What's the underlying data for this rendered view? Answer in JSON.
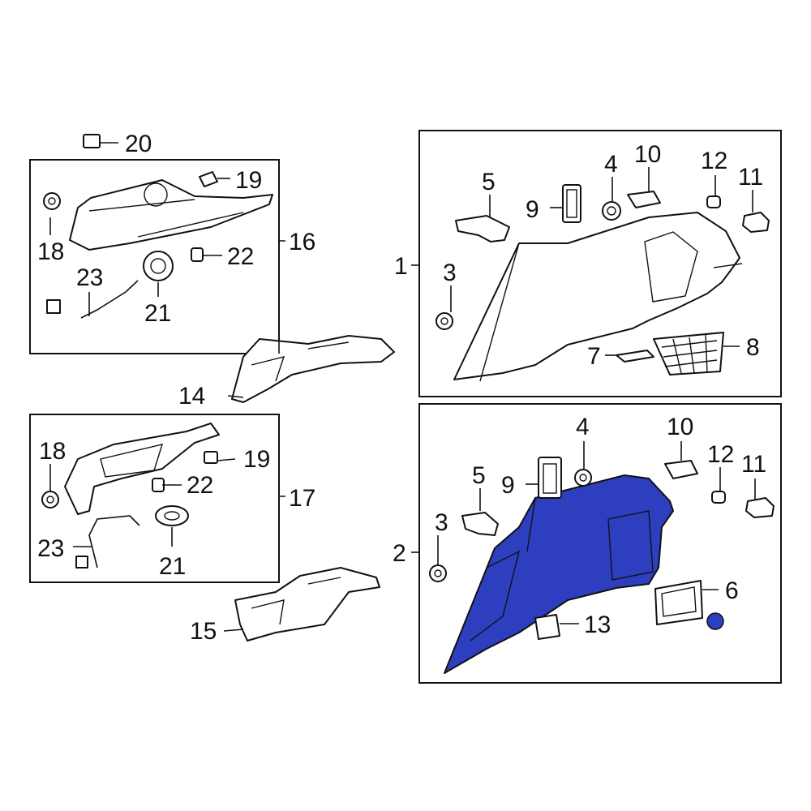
{
  "colors": {
    "highlight": "#2d3fbf",
    "line": "#111111",
    "background": "#ffffff"
  },
  "callouts": {
    "n1": "1",
    "n2": "2",
    "n3a": "3",
    "n3b": "3",
    "n4a": "4",
    "n4b": "4",
    "n5a": "5",
    "n5b": "5",
    "n6": "6",
    "n7": "7",
    "n8": "8",
    "n9a": "9",
    "n9b": "9",
    "n10a": "10",
    "n10b": "10",
    "n11a": "11",
    "n11b": "11",
    "n12a": "12",
    "n12b": "12",
    "n13": "13",
    "n14": "14",
    "n15": "15",
    "n16": "16",
    "n17": "17",
    "n18a": "18",
    "n18b": "18",
    "n19a": "19",
    "n19b": "19",
    "n20": "20",
    "n21a": "21",
    "n21b": "21",
    "n22a": "22",
    "n22b": "22",
    "n23a": "23",
    "n23b": "23"
  }
}
